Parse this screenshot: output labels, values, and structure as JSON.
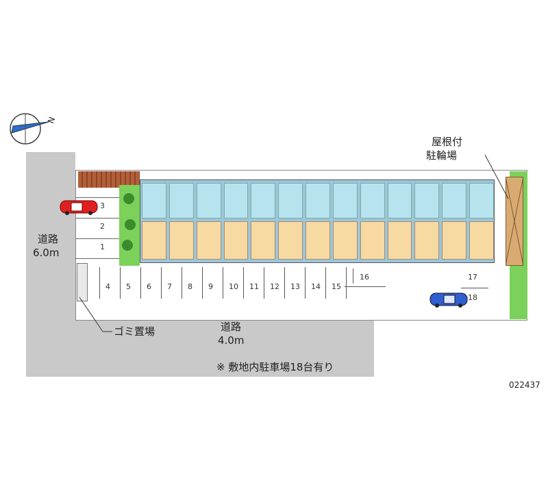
{
  "compass": {
    "north_label": "N"
  },
  "roads": {
    "main_name": "道路",
    "main_width": "6.0m",
    "front_name": "道路",
    "front_width": "4.0m"
  },
  "facilities": {
    "garbage": "ゴミ置場",
    "bike_shelter_line1": "屋根付",
    "bike_shelter_line2": "駐輪場"
  },
  "parking": {
    "left_slots": [
      "3",
      "2",
      "1"
    ],
    "bottom_slots": [
      "4",
      "5",
      "6",
      "7",
      "8",
      "9",
      "10",
      "11",
      "12",
      "13",
      "14",
      "15"
    ],
    "right_slots": [
      "16",
      "17",
      "18"
    ]
  },
  "note": "※ 敷地内駐車場18台有り",
  "code": "022437",
  "colors": {
    "road": "#c9c9c9",
    "green": "#7bd15a",
    "unit_upper": "#b7e3ef",
    "unit_lower": "#f7d9a2",
    "red_car": "#e02020",
    "blue_car": "#2f5fd0"
  }
}
